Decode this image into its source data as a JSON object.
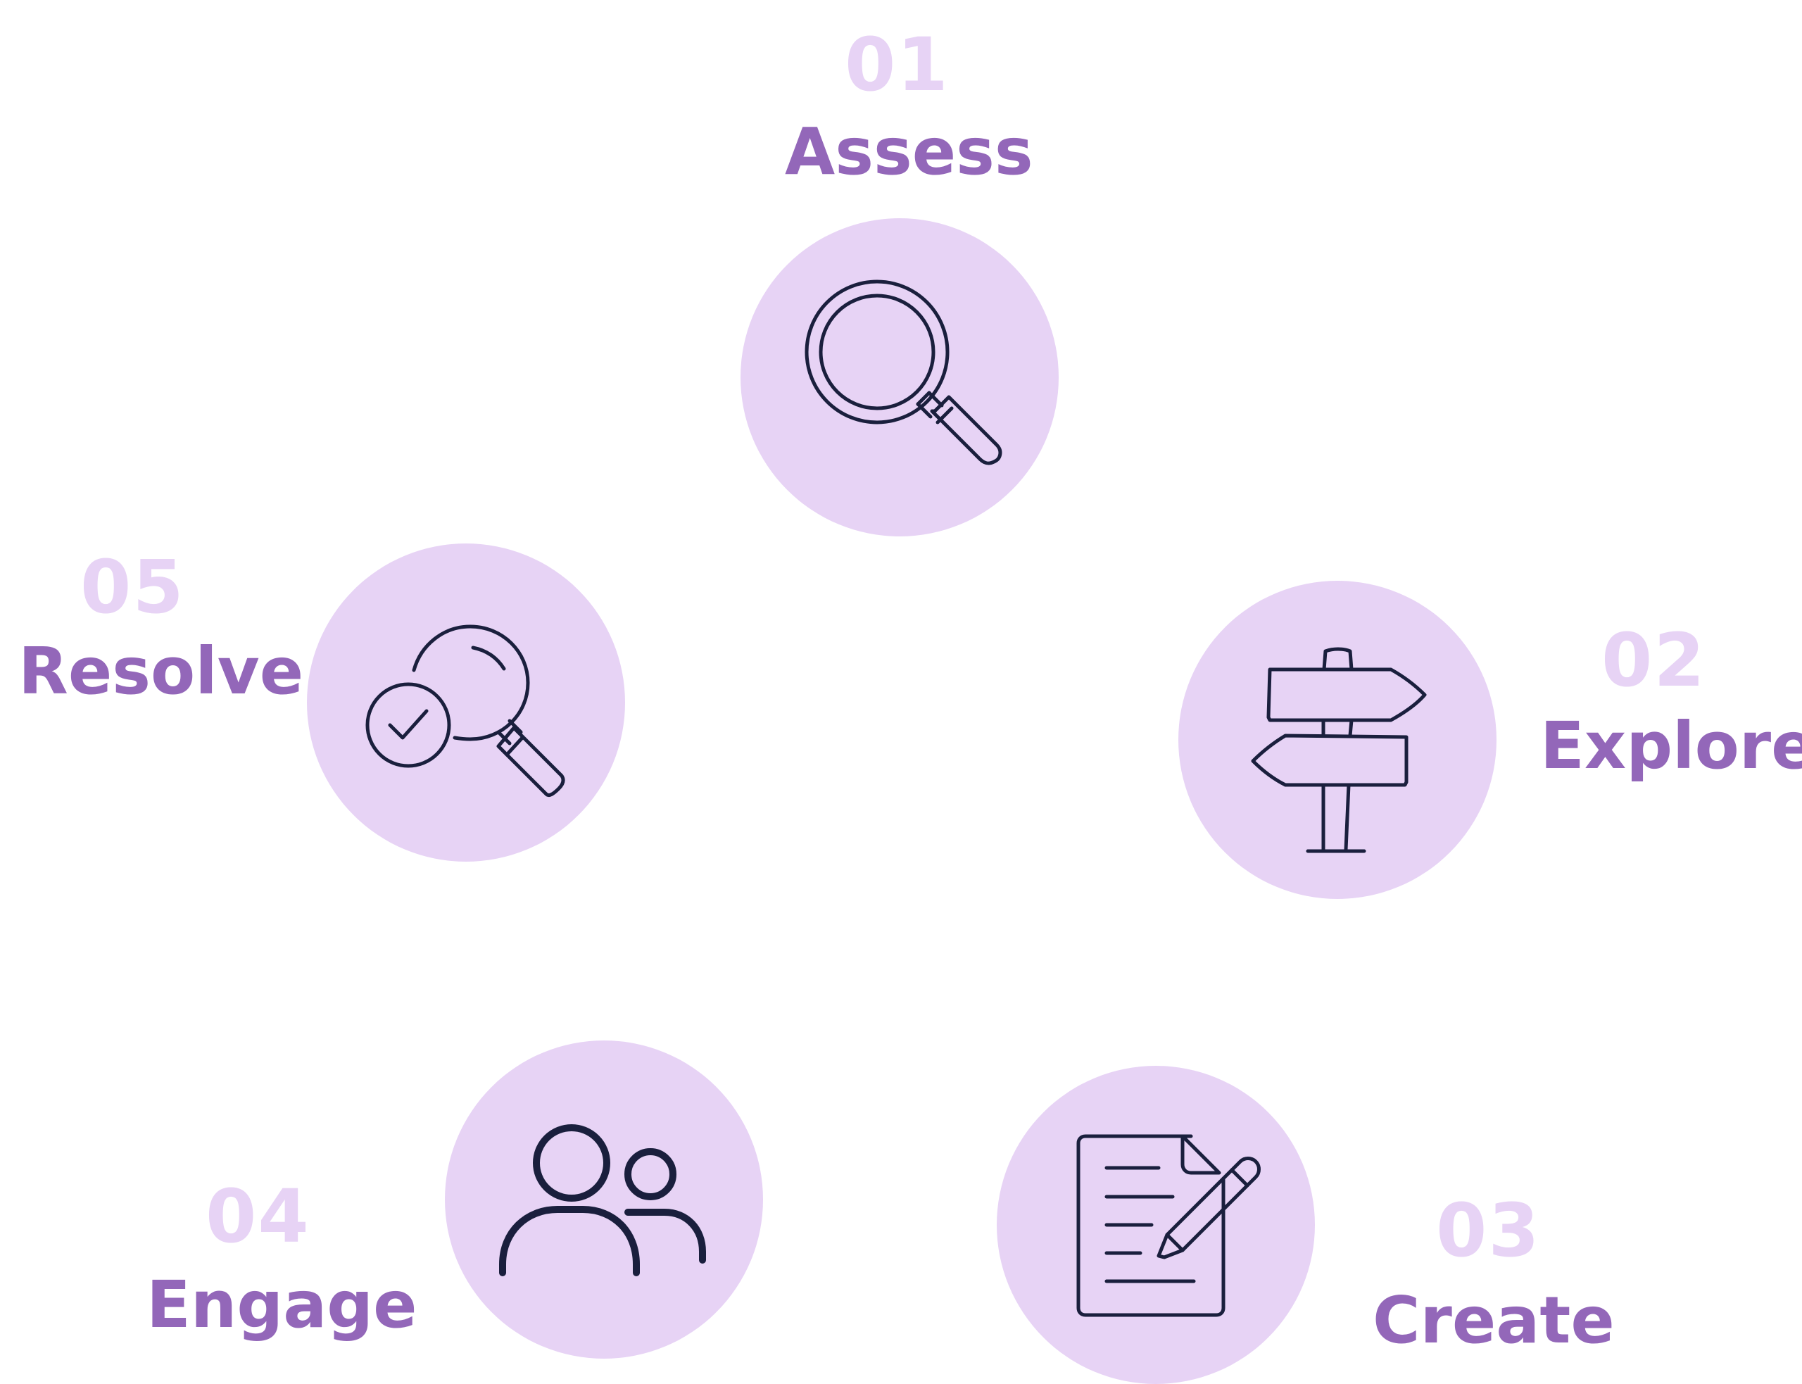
{
  "steps": [
    {
      "number": "01",
      "label": "Assess",
      "icon": "magnifying-glass-icon"
    },
    {
      "number": "02",
      "label": "Explore",
      "icon": "signpost-icon"
    },
    {
      "number": "03",
      "label": "Create",
      "icon": "document-pencil-icon"
    },
    {
      "number": "04",
      "label": "Engage",
      "icon": "users-icon"
    },
    {
      "number": "05",
      "label": "Resolve",
      "icon": "search-check-icon"
    }
  ],
  "colors": {
    "circle_fill": "#e7d3f5",
    "number_text": "#e7d3f5",
    "label_text": "#9367b9",
    "icon_stroke": "#1a1f3d"
  }
}
